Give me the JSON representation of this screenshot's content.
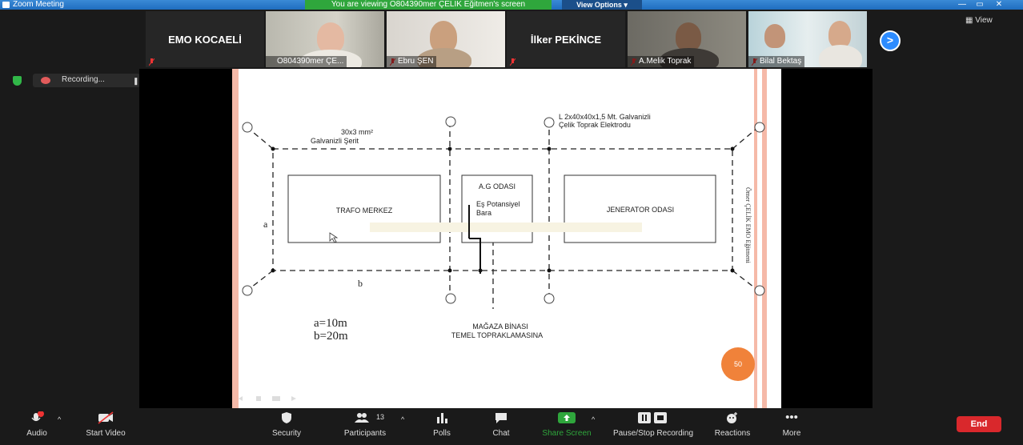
{
  "titlebar": {
    "app_title": "Zoom Meeting",
    "viewing_banner": "You are viewing O804390mer ÇELİK Eğitmen's screen",
    "view_options": "View Options ▾",
    "minimize": "—",
    "maximize": "▭",
    "close": "✕"
  },
  "participants": [
    {
      "name": "EMO KOCAELİ",
      "video": false
    },
    {
      "name": "O804390mer ÇE...",
      "video": true
    },
    {
      "name": "Ebru ŞEN",
      "video": true
    },
    {
      "name": "İlker PEKİNCE",
      "video": false
    },
    {
      "name": "A.Melik Toprak",
      "video": true
    },
    {
      "name": "Bilal Bektaş",
      "video": true
    }
  ],
  "strip": {
    "next_label": ">",
    "view_label": "▦ View"
  },
  "recording": {
    "label": "Recording...",
    "pause": "❚❚"
  },
  "slide": {
    "strip_label": "30x3 mm²",
    "strip_material": "Galvanizli Şerit",
    "electrode_line1": "L 2x40x40x1,5 Mt. Galvanizli",
    "electrode_line2": "Çelik Toprak Elektrodu",
    "room_trafo": "TRAFO MERKEZ",
    "room_ag": "A.G ODASI",
    "busbar_line1": "Eş Potansiyel",
    "busbar_line2": "Bara",
    "room_generator": "JENERATOR ODASI",
    "dim_a": "a",
    "dim_b": "b",
    "value_a": "a=10m",
    "value_b": "b=20m",
    "caption_line1": "MAĞAZA BİNASI",
    "caption_line2": "TEMEL TOPRAKLAMASINA",
    "side_text": "Ömer ÇELİK EMO Eğitmeni",
    "page_badge": "50",
    "colors": {
      "badge": "#f0823a",
      "margin": "#f5b9a8"
    }
  },
  "toolbar": {
    "audio": "Audio",
    "start_video": "Start Video",
    "security": "Security",
    "participants": "Participants",
    "participant_count": "13",
    "polls": "Polls",
    "chat": "Chat",
    "share_screen": "Share Screen",
    "pause_stop_recording": "Pause/Stop Recording",
    "reactions": "Reactions",
    "more": "More",
    "end": "End",
    "caret": "^",
    "accent_green": "#2fa63c",
    "end_color": "#d9282c"
  }
}
